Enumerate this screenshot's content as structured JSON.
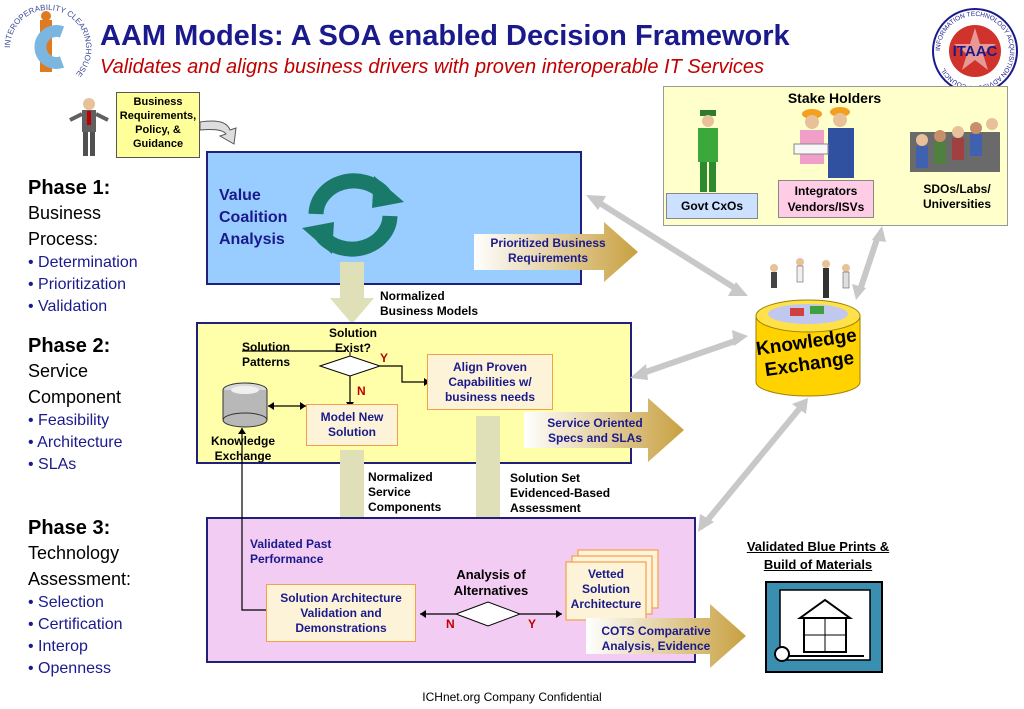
{
  "title": "AAM Models: A SOA enabled Decision Framework",
  "subtitle": "Validates and aligns business drivers with proven interoperable IT Services",
  "logos": {
    "left_ring": "INTEROPERABILITY CLEARINGHOUSE",
    "left_mark": "iC",
    "right_ring": "INFORMATION TECHNOLOGY ACQUISITION ADVISORY COUNCIL",
    "right_mark": "ITAAC"
  },
  "business_note": "Business Requirements, Policy, & Guidance",
  "phases": [
    {
      "heading": "Phase 1:",
      "lines": [
        "Business",
        "Process:"
      ],
      "items": [
        "• Determination",
        "• Prioritization",
        "• Validation"
      ]
    },
    {
      "heading": "Phase 2:",
      "lines": [
        "Service",
        "Component"
      ],
      "items": [
        "• Feasibility",
        "• Architecture",
        "• SLAs"
      ]
    },
    {
      "heading": "Phase 3:",
      "lines": [
        "Technology",
        "Assessment:"
      ],
      "items": [
        "• Selection",
        "• Certification",
        "• Interop",
        "• Openness"
      ]
    }
  ],
  "phase1_panel": {
    "label": [
      "Value",
      "Coalition",
      "Analysis"
    ],
    "out_arrow": "Prioritized Business Requirements"
  },
  "normalized_business_models": [
    "Normalized",
    "Business Models"
  ],
  "phase2_panel": {
    "solution_patterns": [
      "Solution",
      "Patterns"
    ],
    "solution_exist": [
      "Solution",
      "Exist?"
    ],
    "yes": "Y",
    "no": "N",
    "align_box": "Align Proven Capabilities w/ business needs",
    "model_box": "Model New Solution",
    "knowledge_exchange": [
      "Knowledge",
      "Exchange"
    ],
    "out_arrow": "Service Oriented Specs and SLAs"
  },
  "normalized_service_components": [
    "Normalized",
    "Service",
    "Components"
  ],
  "solution_set": [
    "Solution Set",
    "Evidenced-Based",
    "Assessment"
  ],
  "phase3_panel": {
    "validated_past": [
      "Validated Past",
      "Performance"
    ],
    "arch_box": "Solution Architecture Validation and Demonstrations",
    "analysis": [
      "Analysis of",
      "Alternatives"
    ],
    "no": "N",
    "yes": "Y",
    "vetted": [
      "Vetted",
      "Solution",
      "Architecture"
    ],
    "out_arrow": "COTS Comparative Analysis, Evidence"
  },
  "stakeholders": {
    "title": "Stake Holders",
    "groups": [
      "Govt CxOs",
      "Integrators Vendors/ISVs",
      "SDOs/Labs/ Universities"
    ]
  },
  "knowledge_drum": [
    "Knowledge",
    "Exchange"
  ],
  "blueprints": [
    "Validated Blue Prints &",
    "Build of Materials"
  ],
  "footer": "ICHnet.org Company Confidential",
  "colors": {
    "title": "#1a1a8c",
    "subtitle": "#c00000",
    "phase1_fill": "#99ccff",
    "phase2_fill": "#ffffaa",
    "phase3_fill": "#f2ccf2",
    "arrow_gold": "#c8a040",
    "drum_gold": "#ffd200"
  }
}
